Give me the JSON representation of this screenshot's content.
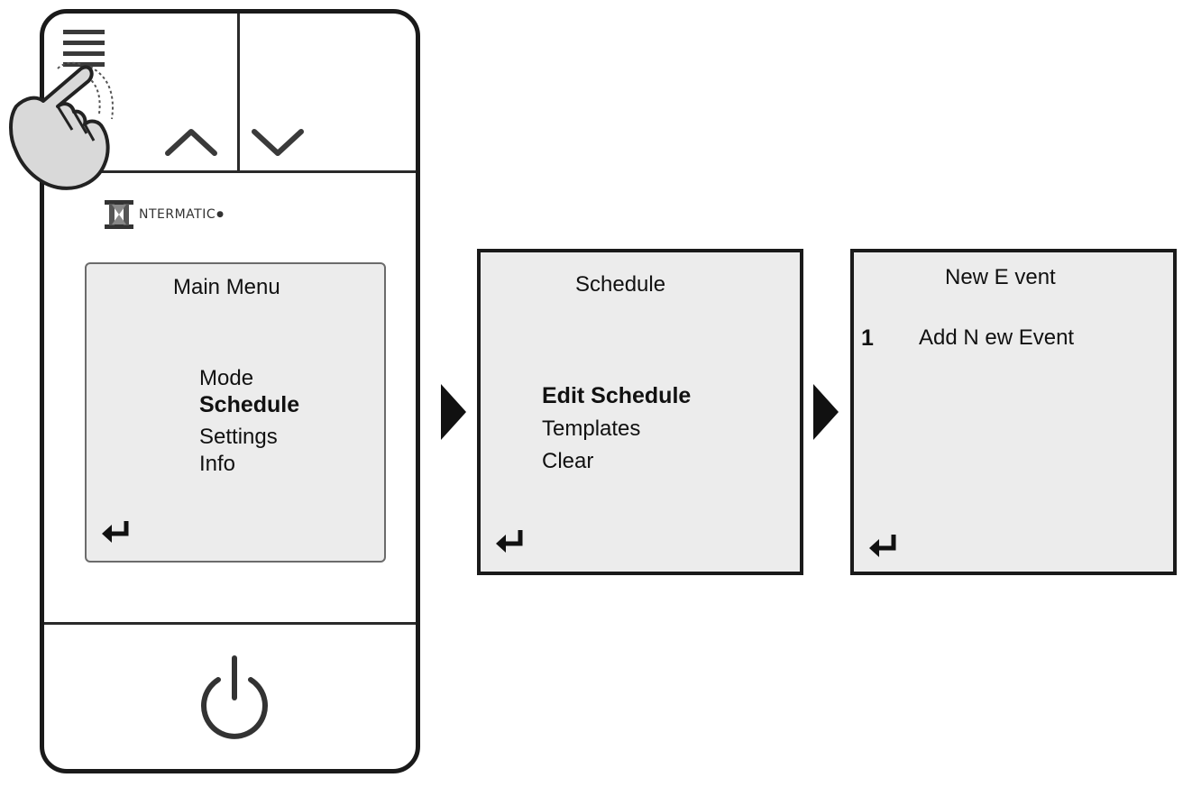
{
  "device": {
    "brand": "NTERMATIC"
  },
  "screens": {
    "main": {
      "title": "Main Menu",
      "items": [
        "Mode",
        "Schedule",
        "Settings",
        "Info"
      ],
      "selected_index": 1
    },
    "schedule": {
      "title": "Schedule",
      "items": [
        "Edit Schedule",
        "Templates",
        "Clear"
      ],
      "selected_index": 0
    },
    "new_event": {
      "title": "New E vent",
      "item_number": "1",
      "item_label": "Add N ew Event"
    }
  },
  "icons": {
    "menu": "hamburger-menu-icon",
    "up": "chevron-up-icon",
    "down": "chevron-down-icon",
    "power": "power-icon",
    "return": "return-arrow-icon",
    "hand": "pointing-hand-icon",
    "flow": "flow-arrow-icon"
  },
  "colors": {
    "screen_bg": "#ececec",
    "outline": "#1a1a1a"
  }
}
